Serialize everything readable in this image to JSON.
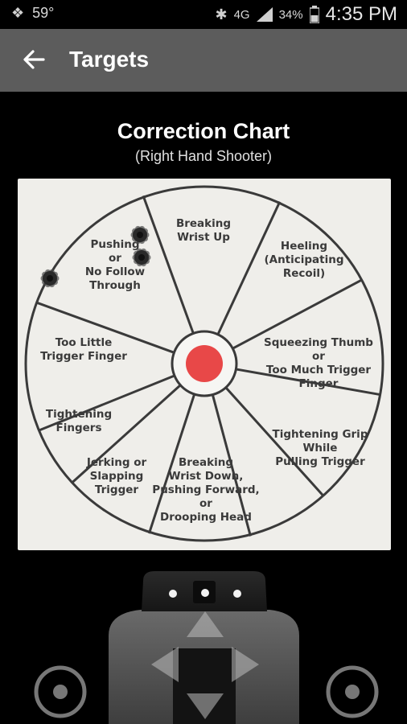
{
  "status_bar": {
    "temperature": "59°",
    "network": "4G",
    "battery": "34%",
    "time": "4:35 PM"
  },
  "app_bar": {
    "title": "Targets"
  },
  "chart": {
    "title": "Correction Chart",
    "subtitle": "(Right Hand Shooter)",
    "segments": [
      {
        "name": "breaking-wrist-up",
        "lines": [
          "Breaking",
          "Wrist Up"
        ]
      },
      {
        "name": "heeling",
        "lines": [
          "Heeling",
          "(Anticipating",
          "Recoil)"
        ]
      },
      {
        "name": "squeezing-thumb",
        "lines": [
          "Squeezing Thumb",
          "or",
          "Too Much Trigger",
          "Finger"
        ]
      },
      {
        "name": "tightening-grip",
        "lines": [
          "Tightening Grip",
          "While",
          "Pulling Trigger"
        ]
      },
      {
        "name": "breaking-wrist-down",
        "lines": [
          "Breaking",
          "Wrist Down,",
          "Pushing Forward,",
          "or",
          "Drooping Head"
        ]
      },
      {
        "name": "jerking-or-slapping",
        "lines": [
          "Jerking or",
          "Slapping",
          "Trigger"
        ]
      },
      {
        "name": "tightening-fingers",
        "lines": [
          "Tightening",
          "Fingers"
        ]
      },
      {
        "name": "too-little-trigger-finger",
        "lines": [
          "Too Little",
          "Trigger Finger"
        ]
      },
      {
        "name": "pushing-no-follow-through",
        "lines": [
          "Pushing",
          "or",
          "No Follow",
          "Through"
        ]
      }
    ],
    "bullseye_color": "#e84848",
    "shot_count": 3
  },
  "controls": {
    "left_button_icon": "target-ring-icon",
    "right_button_icon": "target-ring-icon",
    "dpad_icon": "dpad-arrows-icon"
  }
}
